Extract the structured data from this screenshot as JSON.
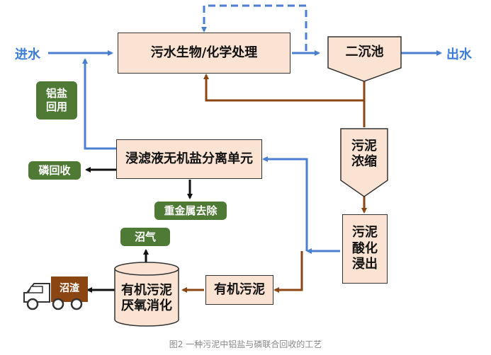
{
  "nodes": {
    "inlet": "进水",
    "outlet": "出水",
    "bio_treatment": "污水生物/化学处理",
    "secondary_clarifier": "二沉池",
    "sludge_thickening": "污泥\n浓缩",
    "acid_leaching": "污泥\n酸化\n浸出",
    "separation_unit": "浸滤液无机盐分离单元",
    "organic_sludge": "有机污泥",
    "anaerobic_digestion": "有机污泥\n厌氧消化"
  },
  "tags": {
    "aluminum_reuse": "铝盐\n回用",
    "phosphorus_recovery": "磷回收",
    "heavy_metal_removal": "重金属去除",
    "biogas": "沼气",
    "digestate": "沼渣"
  },
  "caption": "图2 一种污泥中铝盐与磷联合回收的工艺",
  "colors": {
    "water_flow": "#4a7fd0",
    "sludge_flow": "#8b4513",
    "product_arrow": "#111111",
    "box_fill": "#fbe3d4",
    "tag_fill": "#4f7a35",
    "truck_cargo": "#8b4513"
  }
}
